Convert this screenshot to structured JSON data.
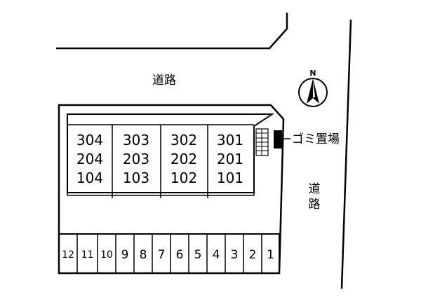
{
  "roads": {
    "north_label": "道路",
    "east_label_top": "道",
    "east_label_bottom": "路"
  },
  "compass": {
    "north_letter": "N"
  },
  "garbage": {
    "label": "ゴミ置場"
  },
  "building": {
    "columns": [
      {
        "rooms": [
          "304",
          "204",
          "104"
        ]
      },
      {
        "rooms": [
          "303",
          "203",
          "103"
        ]
      },
      {
        "rooms": [
          "302",
          "202",
          "102"
        ]
      },
      {
        "rooms": [
          "301",
          "201",
          "101"
        ]
      }
    ]
  },
  "parking": {
    "spaces": [
      "12",
      "11",
      "10",
      "9",
      "8",
      "7",
      "6",
      "5",
      "4",
      "3",
      "2",
      "1"
    ]
  }
}
